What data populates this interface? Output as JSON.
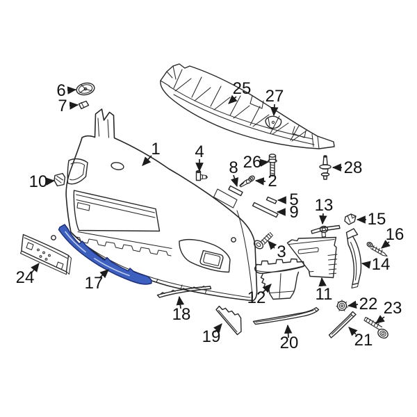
{
  "diagram": {
    "description": "Exploded parts diagram of a vehicle front bumper assembly",
    "background_color": "#ffffff",
    "line_color": "#262626",
    "label_color": "#111111",
    "highlight": {
      "part": "17",
      "fill": "#3d5fbe",
      "stroke": "#1c2f7c",
      "sheen": "#c2cdf0"
    },
    "highlighted_callout_label": "17",
    "callouts": [
      {
        "label": "1"
      },
      {
        "label": "2"
      },
      {
        "label": "3"
      },
      {
        "label": "4"
      },
      {
        "label": "5"
      },
      {
        "label": "6"
      },
      {
        "label": "7"
      },
      {
        "label": "8"
      },
      {
        "label": "9"
      },
      {
        "label": "10"
      },
      {
        "label": "11"
      },
      {
        "label": "12"
      },
      {
        "label": "13"
      },
      {
        "label": "14"
      },
      {
        "label": "15"
      },
      {
        "label": "16"
      },
      {
        "label": "17"
      },
      {
        "label": "18"
      },
      {
        "label": "19"
      },
      {
        "label": "20"
      },
      {
        "label": "21"
      },
      {
        "label": "22"
      },
      {
        "label": "23"
      },
      {
        "label": "24"
      },
      {
        "label": "25"
      },
      {
        "label": "26"
      },
      {
        "label": "27"
      },
      {
        "label": "28"
      }
    ]
  }
}
